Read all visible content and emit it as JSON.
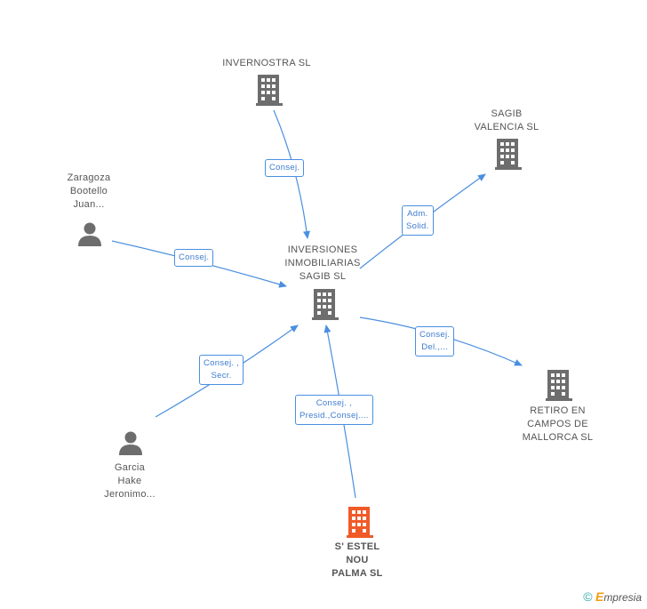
{
  "colors": {
    "edge": "#4a8fe0",
    "building": "#6d6d6d",
    "focus_building": "#f05a28",
    "person": "#6d6d6d"
  },
  "nodes": {
    "invernostra": {
      "label_lines": [
        "INVERNOSTRA SL"
      ],
      "icon": "building-icon"
    },
    "sagib_valencia": {
      "label_lines": [
        "SAGIB",
        "VALENCIA SL"
      ],
      "icon": "building-icon"
    },
    "zaragoza": {
      "label_lines": [
        "Zaragoza",
        "Bootello",
        "Juan..."
      ],
      "icon": "person-icon"
    },
    "inversiones": {
      "label_lines": [
        "INVERSIONES",
        "INMOBILIARIAS",
        "SAGIB SL"
      ],
      "icon": "building-icon"
    },
    "retiro": {
      "label_lines": [
        "RETIRO EN",
        "CAMPOS DE",
        "MALLORCA SL"
      ],
      "icon": "building-icon"
    },
    "garcia": {
      "label_lines": [
        "Garcia",
        "Hake",
        "Jeronimo..."
      ],
      "icon": "person-icon"
    },
    "sestel": {
      "label_lines": [
        "S' ESTEL",
        "NOU",
        "PALMA  SL"
      ],
      "icon": "building-icon"
    }
  },
  "edges": {
    "invernostra_inversiones": {
      "label_lines": [
        "Consej."
      ]
    },
    "zaragoza_inversiones": {
      "label_lines": [
        "Consej."
      ]
    },
    "inversiones_sagib_valencia": {
      "label_lines": [
        "Adm.",
        "Solid."
      ]
    },
    "inversiones_retiro": {
      "label_lines": [
        "Consej.",
        "Del.,..."
      ]
    },
    "garcia_inversiones": {
      "label_lines": [
        "Consej. ,",
        "Secr."
      ]
    },
    "sestel_inversiones": {
      "label_lines": [
        "Consej. ,",
        "Presid.,Consej...."
      ]
    }
  },
  "brand": {
    "copyright": "©",
    "first_letter": "E",
    "rest": "mpresia"
  }
}
